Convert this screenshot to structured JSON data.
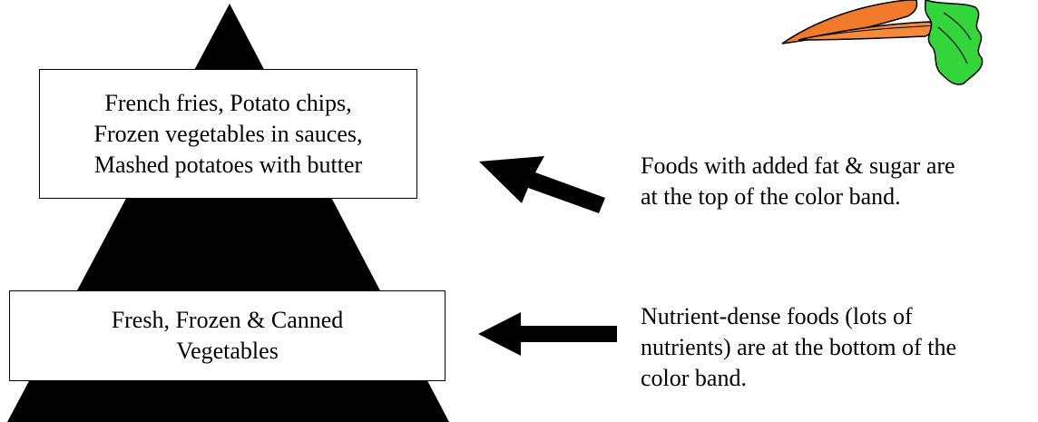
{
  "top_box": {
    "lines": [
      "French fries, Potato chips,",
      "Frozen vegetables in sauces,",
      "Mashed potatoes with butter"
    ]
  },
  "bottom_box": {
    "lines": [
      "Fresh, Frozen & Canned",
      "Vegetables"
    ]
  },
  "top_note": {
    "lines": [
      "Foods with added fat & sugar are",
      "at the top of the color band."
    ]
  },
  "bottom_note": {
    "lines": [
      "Nutrient-dense foods (lots of",
      "nutrients) are at the bottom of the",
      "color band."
    ]
  },
  "colors": {
    "pyramid": "#000000",
    "arrow": "#000000",
    "box_fill": "#ffffff",
    "carrot_orange": "#f07a2a",
    "carrot_leaf": "#33d63a"
  },
  "icons": {
    "clipart": "carrot-icon",
    "arrows": "arrow-left-icon"
  }
}
